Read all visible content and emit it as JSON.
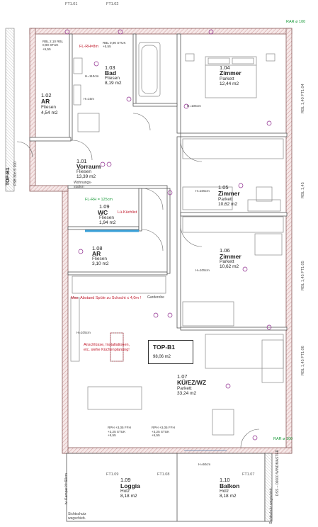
{
  "axes_top": [
    "FT1.01",
    "FT1.02"
  ],
  "rar_top": "RAR ø 100",
  "rar_bottom": "RAR ø 100",
  "unit": {
    "title": "TOP-B1",
    "area": "98,06 m2",
    "side_label": "TOP-B1",
    "side_label_sub": "FSB 30c-S 200"
  },
  "rooms": {
    "ar1": {
      "num": "1.02",
      "name": "AR",
      "floor": "Fliesen",
      "area": "4,54 m2"
    },
    "bad": {
      "num": "1.03",
      "name": "Bad",
      "floor": "Fliesen",
      "area": "8,19 m2"
    },
    "zimmer1": {
      "num": "1.04",
      "name": "Zimmer",
      "floor": "Parkett",
      "area": "12,44 m2"
    },
    "vorraum": {
      "num": "1.01",
      "name": "Vorraum",
      "floor": "Fliesen",
      "area": "13,39 m2"
    },
    "zimmer2": {
      "num": "1.05",
      "name": "Zimmer",
      "floor": "Parkett",
      "area": "10,62 m2"
    },
    "wc": {
      "num": "1.09",
      "name": "WC",
      "floor": "Fliesen",
      "area": "1,94 m2"
    },
    "ar2": {
      "num": "1.08",
      "name": "AR",
      "floor": "Fliesen",
      "area": "3,10 m2"
    },
    "zimmer3": {
      "num": "1.06",
      "name": "Zimmer",
      "floor": "Parkett",
      "area": "10,62 m2"
    },
    "kue": {
      "num": "1.07",
      "name": "KÜ/EZ/WZ",
      "floor": "Parkett",
      "area": "33,24 m2"
    },
    "loggia": {
      "num": "1.09",
      "name": "Loggia",
      "floor": "Holz",
      "area": "8,18 m2"
    },
    "balkon": {
      "num": "1.10",
      "name": "Balkon",
      "floor": "Holz",
      "area": "8,18 m2"
    }
  },
  "notes": {
    "max_abstand": "Max. Abstand Spüle zu Schacht ≤ 4,0m !",
    "anschluesse": "Anschlüsse, Installationen, etc. siehe Küchenplanung!",
    "wohnungsstation": "Wohnungs-station",
    "garderobe": "Garderobe",
    "sichtschutz_left": "Sichtschutz wegschieb.",
    "sichtschutz_right": "Sichtschutz wegschieb.",
    "fl_rh_bad": "FL-RH=8m",
    "fl_rh_wc": "FL-RH = 125cm",
    "lu_kuechlist": "Lü-Küchlist",
    "heatpump_left": "tv. Kamper H=90cm",
    "vent_right": "DSS – 06000 WINDMASTER"
  },
  "heights": {
    "bad_door": "RBL 2,10 RBL 0,90 STUK +5,55",
    "bad_stuk": "RBL 0,90 STUK +5,55",
    "loggia_left": "RPH +3,05 FFH +3,25 STUK +5,55",
    "loggia_right": "RPH +3,05 FFH +3,25 STUK +5,55",
    "h105": "H=105cm",
    "h110": "H=110cm",
    "h15": "H=15m",
    "h60": "H=60cm"
  },
  "right_axes": [
    "RBL 1,40 FT1.04",
    "RBL 1,45",
    "RBL 1,45 FT1.05",
    "RBL 1,45 FT1.06"
  ],
  "bottom_axes": [
    "FT1.09",
    "FT1.08",
    "FT1.07"
  ],
  "colors": {
    "wall": "#b07a7a",
    "wall_hatch": "#d9b3b3",
    "line": "#333333",
    "furniture": "#888888",
    "outlet": "#8e2a8e",
    "text_red": "#c0182a",
    "green": "#1a9a3a",
    "blue": "#3aa0d8",
    "floor_tint": "#f4f4f4"
  }
}
